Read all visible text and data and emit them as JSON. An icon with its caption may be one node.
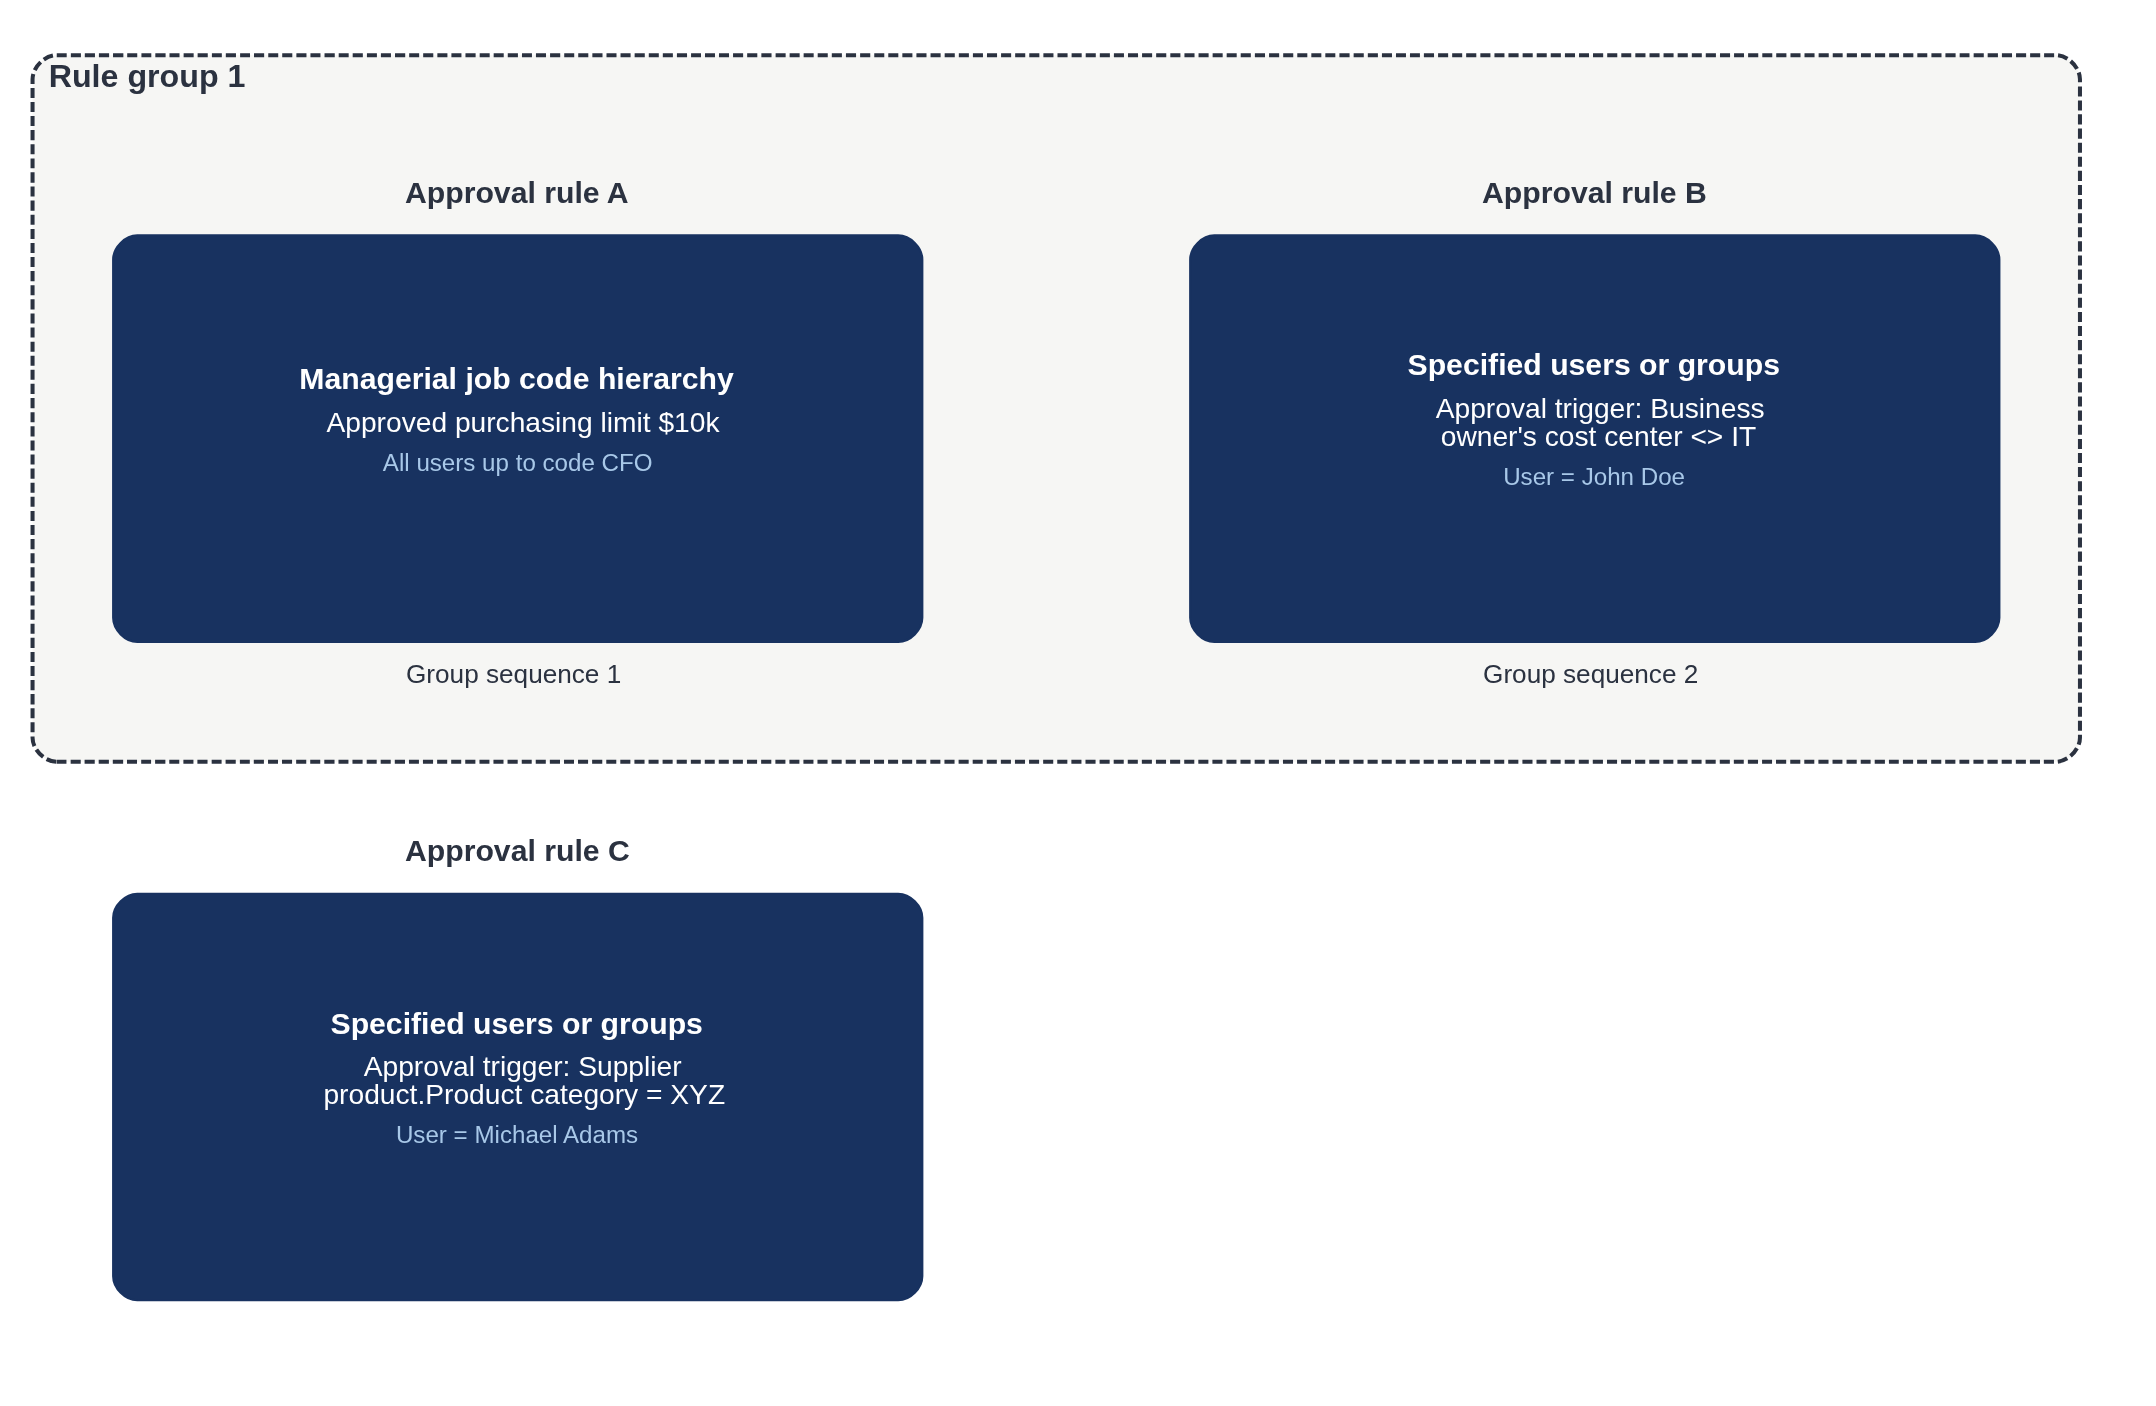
{
  "diagram": {
    "nodes": [
      {
        "text": [
          "Rule group 1"
        ]
      },
      {
        "text": [
          "Approval rule A",
          "Managerial job code hierarchy",
          "Approved purchasing limit $10k",
          "All users up to code CFO"
        ],
        "beside": [
          "Group sequence 1"
        ],
        "in": 0
      },
      {
        "text": [
          "Approval rule B",
          "Specified users or groups",
          "Approval trigger: Business owner's cost center <> IT",
          "User = John Doe"
        ],
        "beside": [
          "Group sequence 2"
        ],
        "in": 0
      },
      {
        "text": [
          "Approval rule C",
          "Specified users or groups",
          "Approval trigger: Supplier product.Product category = XYZ",
          "User = Michael Adams"
        ]
      }
    ]
  }
}
